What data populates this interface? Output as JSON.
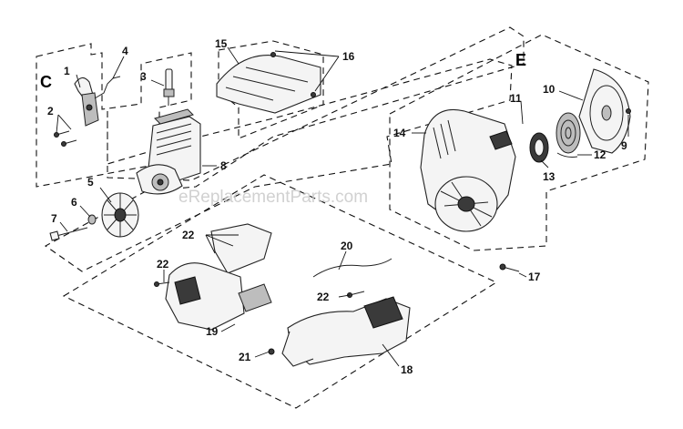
{
  "sections": {
    "c": "C",
    "e": "E"
  },
  "watermark": "eReplacementParts.com",
  "labels": {
    "p1": "1",
    "p2": "2",
    "p3": "3",
    "p4": "4",
    "p5": "5",
    "p6": "6",
    "p7": "7",
    "p8": "8",
    "p9": "9",
    "p10": "10",
    "p11": "11",
    "p12": "12",
    "p13": "13",
    "p14": "14",
    "p15": "15",
    "p16": "16",
    "p17": "17",
    "p18": "18",
    "p19": "19",
    "p20": "20",
    "p21": "21",
    "p22a": "22",
    "p22b": "22",
    "p22c": "22"
  }
}
